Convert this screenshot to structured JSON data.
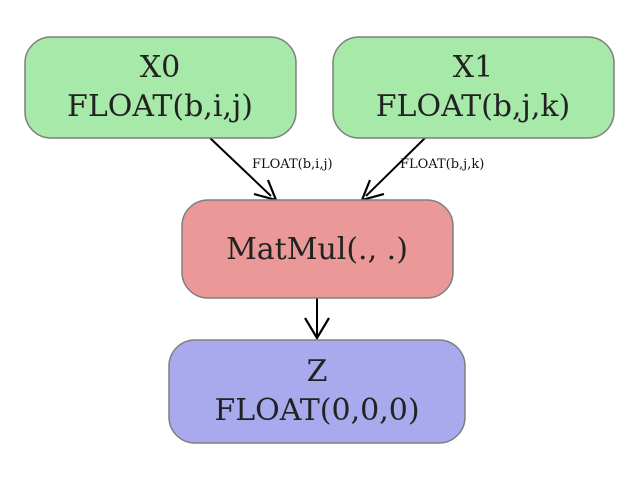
{
  "nodes": {
    "x0": {
      "name": "X0",
      "type": "FLOAT(b,i,j)",
      "color": "#a6e9a8"
    },
    "x1": {
      "name": "X1",
      "type": "FLOAT(b,j,k)",
      "color": "#a6e9a8"
    },
    "matmul": {
      "label": "MatMul(., .)",
      "color": "#ea9898"
    },
    "z": {
      "name": "Z",
      "type": "FLOAT(0,0,0)",
      "color": "#a9aaee"
    }
  },
  "edges": {
    "x0_matmul": {
      "label": "FLOAT(b,i,j)"
    },
    "x1_matmul": {
      "label": "FLOAT(b,j,k)"
    }
  }
}
